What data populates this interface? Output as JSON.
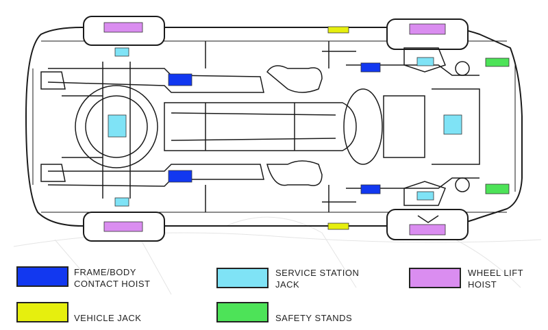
{
  "colors": {
    "frame_body": "#1238f0",
    "service_jack": "#7fe3f6",
    "wheel_lift": "#da8df0",
    "vehicle_jack": "#e6ef0e",
    "safety_stands": "#4de358",
    "line": "#1a1a1a"
  },
  "legend": [
    {
      "label": "FRAME/BODY\nCONTACT HOIST",
      "color_key": "frame_body"
    },
    {
      "label": "SERVICE STATION\nJACK",
      "color_key": "service_jack"
    },
    {
      "label": "WHEEL LIFT\nHOIST",
      "color_key": "wheel_lift"
    },
    {
      "label": "VEHICLE JACK",
      "color_key": "vehicle_jack"
    },
    {
      "label": "SAFETY STANDS",
      "color_key": "safety_stands"
    }
  ],
  "lift_point_types": [
    "wheel_lift",
    "vehicle_jack",
    "service_jack",
    "frame_body",
    "safety_stands"
  ]
}
